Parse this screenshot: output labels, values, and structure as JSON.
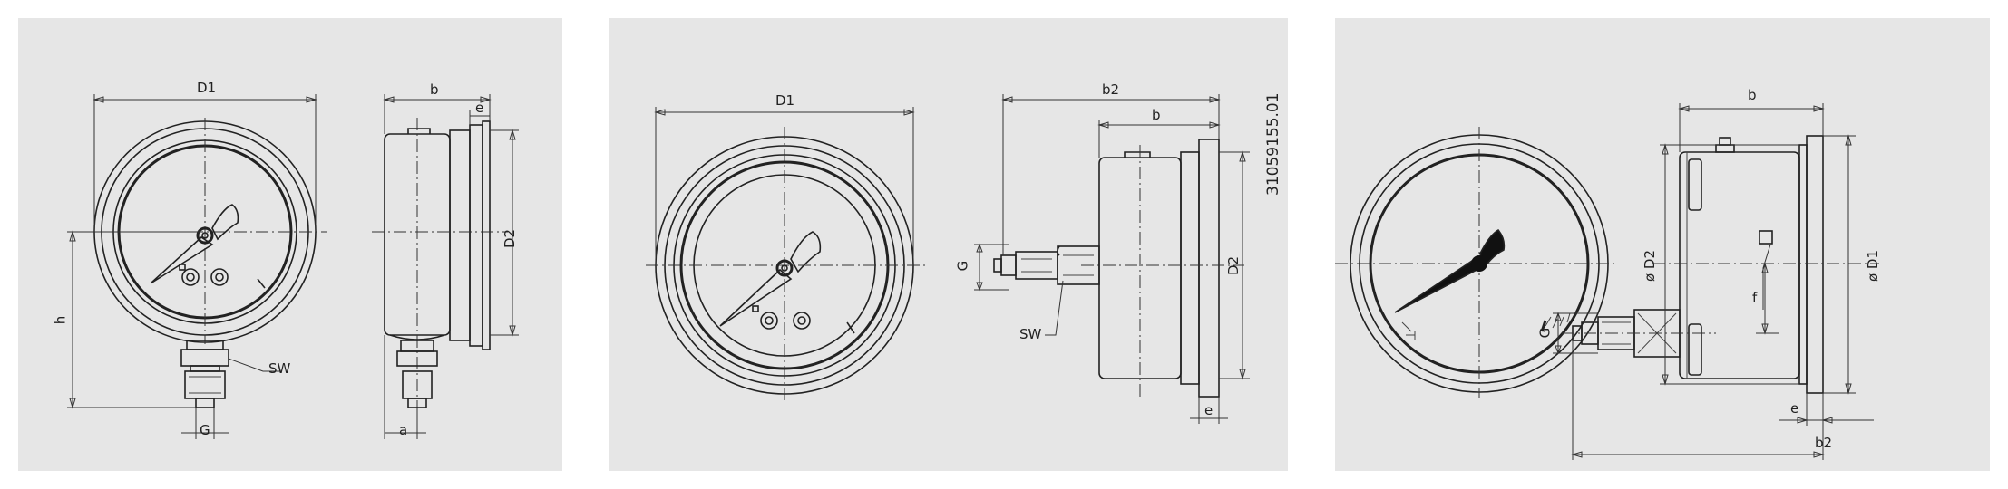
{
  "drawings": [
    {
      "id": "lower-mount",
      "labels": {
        "d1": "D1",
        "b": "b",
        "e": "e",
        "d2": "D2",
        "h": "h",
        "sw": "SW",
        "g": "G",
        "a": "a"
      }
    },
    {
      "id": "back-mount",
      "labels": {
        "d1": "D1",
        "b2": "b2",
        "b": "b",
        "g": "G",
        "sw": "SW",
        "d2": "D2",
        "e": "e"
      },
      "code": "31059155.01"
    },
    {
      "id": "back-mount-flange",
      "labels": {
        "b": "b",
        "d2": "ø D2",
        "d1": "ø D1",
        "f": "f",
        "g": "G",
        "e": "e",
        "b2": "b2"
      }
    }
  ]
}
